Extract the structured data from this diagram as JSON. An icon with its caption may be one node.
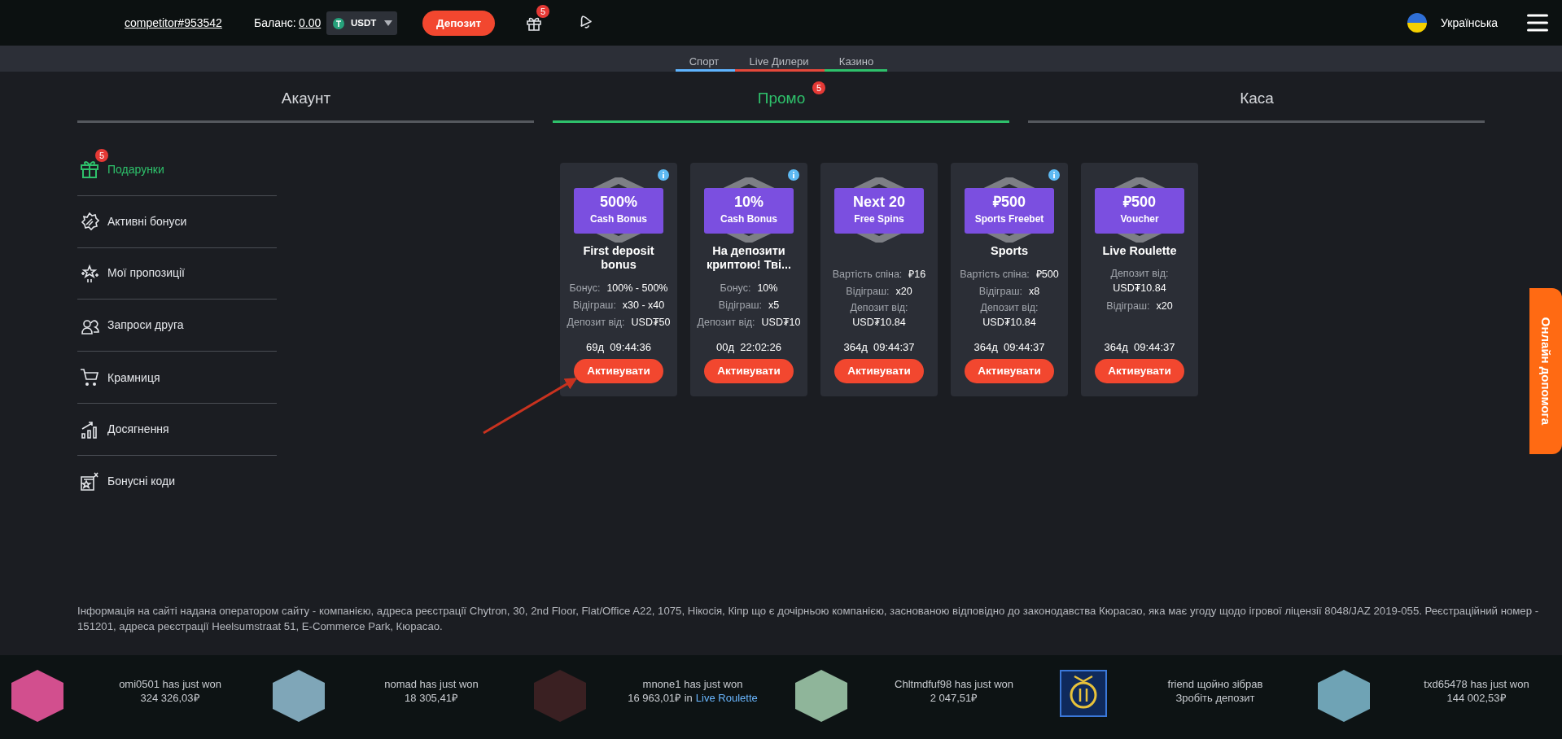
{
  "diagram": {
    "nodes": [
      {
        "text": [
          "500%",
          "Cash Bonus",
          "First deposit bonus",
          "Бонус:",
          "100% - 500%",
          "Відіграш:",
          "x30 - x40",
          "Депозит від:",
          "USD₮50",
          "69д  09:44:36"
        ]
      },
      {
        "text": [
          "Активувати"
        ],
        "in": 0
      },
      {
        "text": [
          "10%",
          "Cash Bonus",
          "На депозити криптою! Тві...",
          "Бонус:",
          "10%",
          "Відіграш:",
          "x5",
          "Депозит від:",
          "USD₮10",
          "00д  22:02:26"
        ]
      },
      {
        "text": [
          "Активувати"
        ],
        "in": 2
      },
      {
        "text": [
          "Next 20",
          "Free Spins",
          "Вартість спіна:",
          "₽16",
          "Відіграш:",
          "x20",
          "Депозит від:",
          "USD₮10.84",
          "364д  09:44:37"
        ]
      },
      {
        "text": [
          "Активувати"
        ],
        "in": 4
      },
      {
        "text": [
          "₽500",
          "Sports Freebet",
          "Sports",
          "Вартість спіна:",
          "₽500",
          "Відіграш:",
          "x8",
          "Депозит від:",
          "USD₮10.84",
          "364д  09:44:37"
        ]
      },
      {
        "text": [
          "Активувати"
        ],
        "in": 6
      },
      {
        "text": [
          "₽500",
          "Voucher",
          "Live Roulette",
          "Депозит від:",
          "USD₮10.84",
          "Відіграш:",
          "x20",
          "364д  09:44:37"
        ]
      },
      {
        "text": [
          "Активувати"
        ],
        "in": 8
      }
    ],
    "edges": [
      {
        "from": null,
        "to": 1,
        "arrow": "to"
      }
    ],
    "labels": [
      "competitor#953542",
      "Баланс:",
      "0.00",
      "USDT",
      "Депозит",
      "5",
      "Українська",
      "Спорт",
      "Live Дилери",
      "Казино",
      "Акаунт",
      "Промо",
      "5",
      "Каса",
      "5",
      "Подарунки",
      "Активні бонуси",
      "Мої пропозиції",
      "Запроси друга",
      "Крамниця",
      "Досягнення",
      "Бонусні коди",
      "Онлайн допомога",
      "Інформація на сайті надана оператором сайту - компанією, адреса реєстрації Chytron, 30, 2nd Floor, Flat/Office A22, 1075, Нікосія, Кіпр що є дочірньою компанією, заснованою відповідно до законодавства Кюрасао, яка має угоду щодо ігрової ліцензії 8048/JAZ 2019-055. Реєстраційний номер - 151201, адреса реєстрації Heelsumstraat 51, E-Commerce Park, Кюрасао.",
      "omi0501 has just won",
      "324 326,03₽",
      "nomad has just won",
      "18 305,41₽",
      "mnone1 has just won",
      "16 963,01₽ in",
      "Live Roulette",
      "Chltmdfuf98 has just won",
      "2 047,51₽",
      "friend щойно зібрав",
      "Зробіть депозит",
      "txd65478 has just won",
      "144 002,53₽"
    ]
  }
}
